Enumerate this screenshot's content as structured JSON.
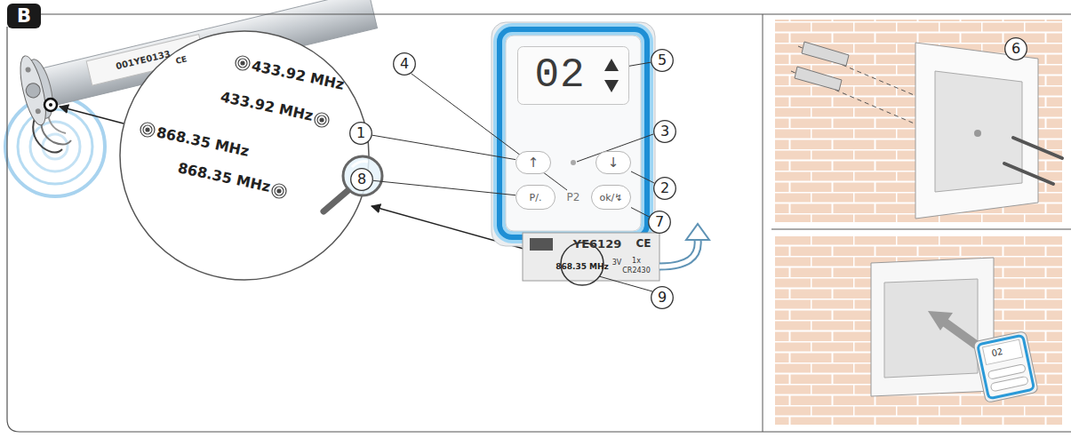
{
  "diagram": {
    "nodes": [
      {
        "text": [
          "B"
        ]
      },
      {
        "text": [
          "02"
        ],
        "in": 0
      },
      {
        "text": [
          "↑"
        ],
        "in": 0
      },
      {
        "text": [
          "↓"
        ],
        "in": 0
      },
      {
        "text": [
          "P/."
        ],
        "in": 0
      },
      {
        "text": [
          "ok/↯"
        ],
        "in": 0
      },
      {
        "text": [
          "1"
        ],
        "in": 0
      },
      {
        "text": [
          "2"
        ],
        "in": 0
      },
      {
        "text": [
          "3"
        ],
        "in": 0
      },
      {
        "text": [
          "4"
        ],
        "in": 0
      },
      {
        "text": [
          "5"
        ],
        "in": 0
      },
      {
        "text": [
          "6"
        ],
        "in": 0
      },
      {
        "text": [
          "7"
        ],
        "in": 0
      },
      {
        "text": [
          "8"
        ],
        "in": 0
      },
      {
        "text": [
          "9"
        ],
        "in": 0
      }
    ],
    "edges": [
      {
        "from": 6,
        "to": 2,
        "arrow": "none"
      },
      {
        "from": 7,
        "to": 3,
        "arrow": "none"
      },
      {
        "from": 10,
        "to": 1,
        "arrow": "none"
      },
      {
        "from": 12,
        "to": 5,
        "arrow": "none"
      },
      {
        "from": 13,
        "to": 4,
        "arrow": "none"
      }
    ],
    "labels": [
      "001YE0133",
      "CE",
      "433.92 MHz",
      "433.92 MHz",
      "868.35 MHz",
      "868.35 MHz",
      "P2",
      "YE6129",
      "CE",
      "868.35 MHz",
      "3V",
      "1x",
      "CR2430",
      "02"
    ]
  }
}
